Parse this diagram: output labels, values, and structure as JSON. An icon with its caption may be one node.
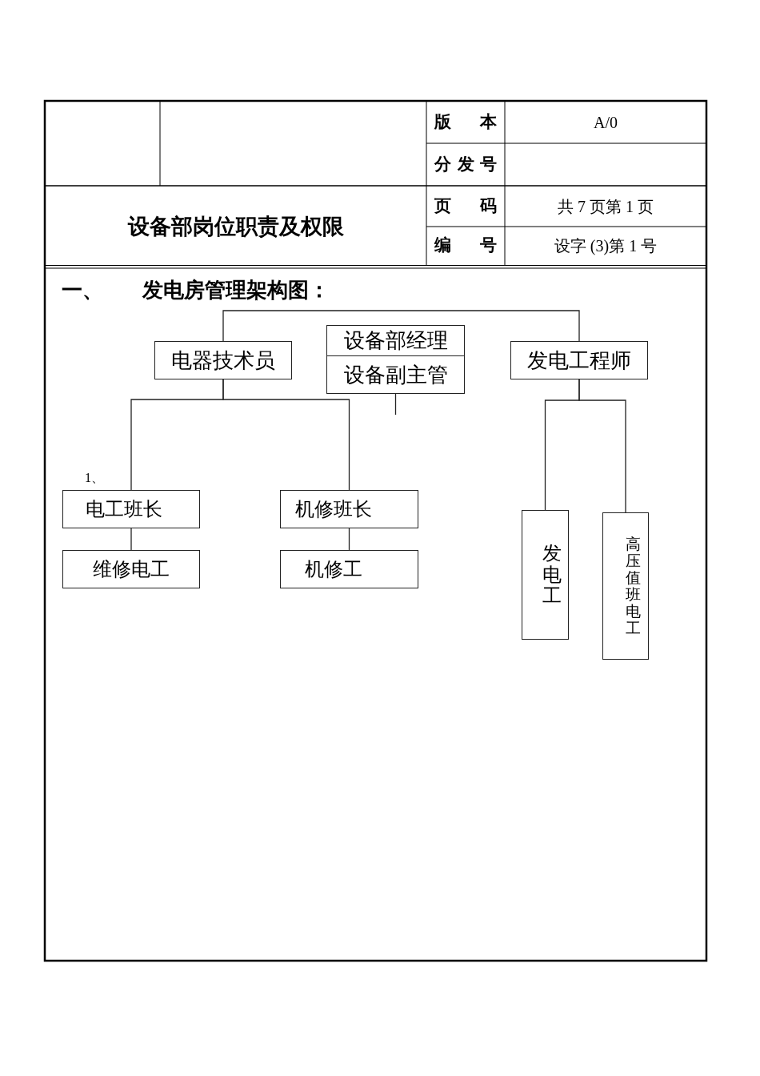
{
  "diagram": {
    "title": "设备部岗位职责及权限",
    "nodes": [
      {
        "text": [
          "电器技术员"
        ]
      },
      {
        "text": [
          "设备部经理"
        ]
      },
      {
        "text": [
          "设备副主管"
        ]
      },
      {
        "text": [
          "发电工程师"
        ]
      },
      {
        "text": [
          "电工班长"
        ]
      },
      {
        "text": [
          "维修电工"
        ]
      },
      {
        "text": [
          "机修班长"
        ]
      },
      {
        "text": [
          "机修工"
        ]
      },
      {
        "text": [
          "发电工"
        ]
      },
      {
        "text": [
          "高压值班电工"
        ]
      }
    ],
    "edges": [
      {
        "from": 0,
        "to": 3,
        "arrow": "none"
      },
      {
        "from": 2,
        "to": null,
        "arrow": "none"
      },
      {
        "from": 0,
        "to": 4,
        "arrow": "none"
      },
      {
        "from": 0,
        "to": 6,
        "arrow": "none"
      },
      {
        "from": 4,
        "to": 5,
        "arrow": "none"
      },
      {
        "from": 6,
        "to": 7,
        "arrow": "none"
      },
      {
        "from": 3,
        "to": 8,
        "arrow": "none"
      },
      {
        "from": 3,
        "to": 9,
        "arrow": "none"
      }
    ],
    "labels": [
      "版本",
      "A/0",
      "分发号",
      "页码",
      "共 7 页第 1 页",
      "编号",
      "设字 (3)第 1 号",
      "一、",
      "发电房管理架构图：",
      "1、"
    ]
  }
}
